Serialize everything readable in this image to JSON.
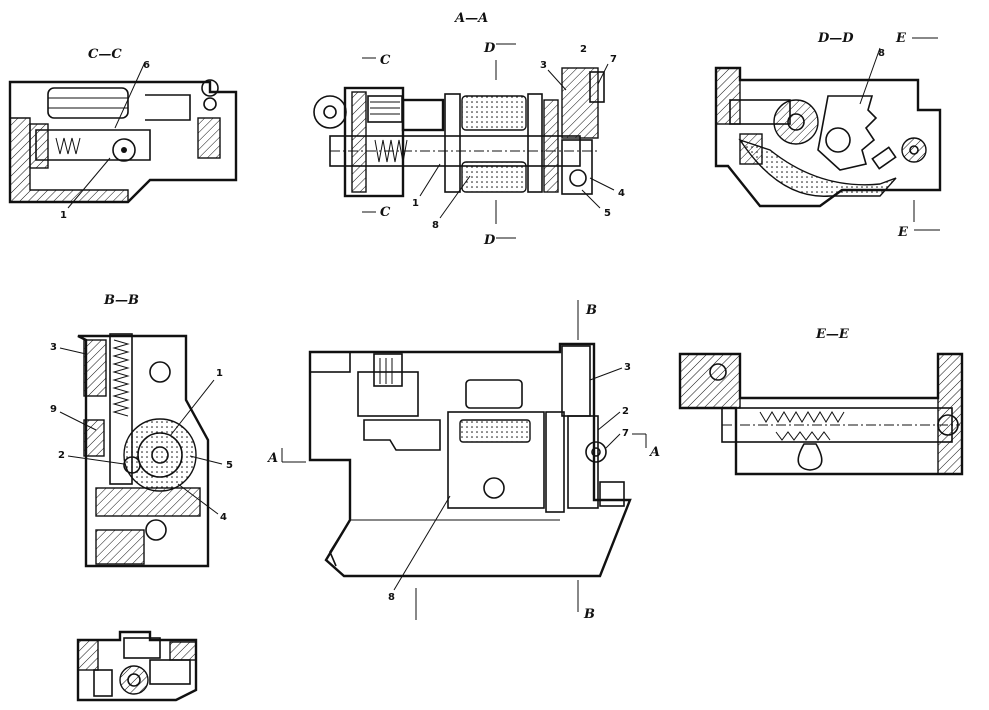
{
  "views": {
    "cc": {
      "title": "C—C",
      "callouts": [
        "6",
        "1"
      ]
    },
    "aa": {
      "title": "A—A",
      "section_marks": [
        "C",
        "C",
        "D",
        "D"
      ],
      "callouts": [
        "3",
        "2",
        "7",
        "1",
        "8",
        "4",
        "5"
      ]
    },
    "dd": {
      "title": "D—D",
      "section_marks": [
        "E",
        "E"
      ],
      "callouts": [
        "8"
      ]
    },
    "bb": {
      "title": "B—B",
      "callouts": [
        "3",
        "1",
        "9",
        "2",
        "5",
        "4"
      ]
    },
    "main": {
      "section_marks": [
        "B",
        "B",
        "A",
        "A"
      ],
      "callouts": [
        "3",
        "2",
        "7",
        "8"
      ]
    },
    "ee": {
      "title": "E—E"
    },
    "small": {}
  },
  "colors": {
    "line": "#111111",
    "background": "#ffffff"
  }
}
